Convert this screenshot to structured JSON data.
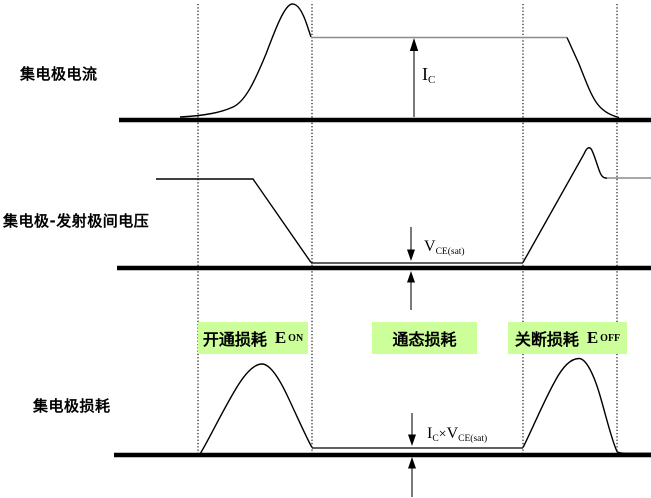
{
  "rows": {
    "current": {
      "label": "集电极电流"
    },
    "voltage": {
      "label": "集电极-发射极间电压"
    },
    "power": {
      "label": "集电极损耗"
    }
  },
  "loss_labels": {
    "on": {
      "text": "开通损耗",
      "e": "E",
      "sub": "ON"
    },
    "conduction": {
      "text": "通态损耗"
    },
    "off": {
      "text": "关断损耗",
      "e": "E",
      "sub": "OFF"
    }
  },
  "annotations": {
    "ic": {
      "base": "I",
      "sub": "C"
    },
    "vcesat": {
      "base": "V",
      "sub": "CE(sat)"
    },
    "product": {
      "i": "I",
      "i_sub": "C",
      "times": "×",
      "v": "V",
      "v_sub": "CE(sat)"
    }
  },
  "colors": {
    "loss_label_bg": "#ccff99",
    "waveform_line": "#000000",
    "level_line_gray": "#8c8c8c",
    "background": "#ffffff"
  }
}
